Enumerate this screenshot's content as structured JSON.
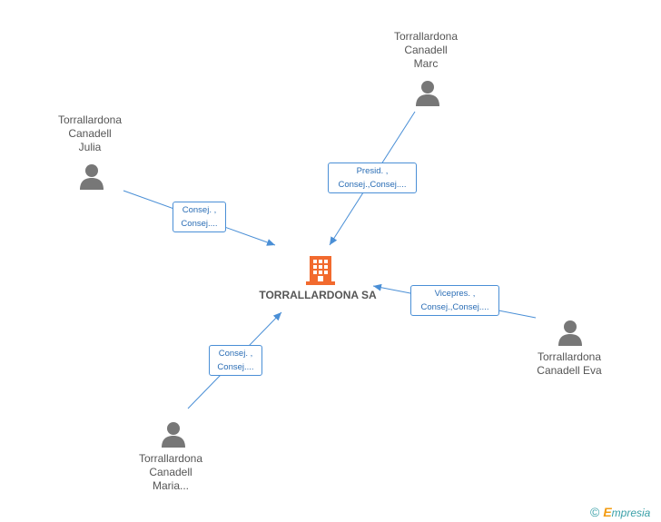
{
  "company": {
    "name": "TORRALLARDONA SA"
  },
  "people": [
    {
      "id": "marc",
      "lines": [
        "Torrallardona",
        "Canadell",
        "Marc"
      ]
    },
    {
      "id": "julia",
      "lines": [
        "Torrallardona",
        "Canadell",
        "Julia"
      ]
    },
    {
      "id": "eva",
      "lines": [
        "Torrallardona",
        "Canadell Eva"
      ]
    },
    {
      "id": "maria",
      "lines": [
        "Torrallardona",
        "Canadell",
        "Maria..."
      ]
    }
  ],
  "relations": [
    {
      "from": "marc",
      "lines": [
        "Presid. ,",
        "Consej.,Consej...."
      ]
    },
    {
      "from": "julia",
      "lines": [
        "Consej. ,",
        "Consej...."
      ]
    },
    {
      "from": "eva",
      "lines": [
        "Vicepres. ,",
        "Consej.,Consej...."
      ]
    },
    {
      "from": "maria",
      "lines": [
        "Consej. ,",
        "Consej...."
      ]
    }
  ],
  "colors": {
    "edge": "#4a8fd6",
    "company_icon": "#f26a2e",
    "person_icon": "#777777"
  },
  "icons": {
    "person": "person-icon",
    "company": "building-icon",
    "copyright": "copyright-icon"
  },
  "footer": {
    "copyright": "©",
    "brand_initial": "E",
    "brand_rest": "mpresia"
  }
}
